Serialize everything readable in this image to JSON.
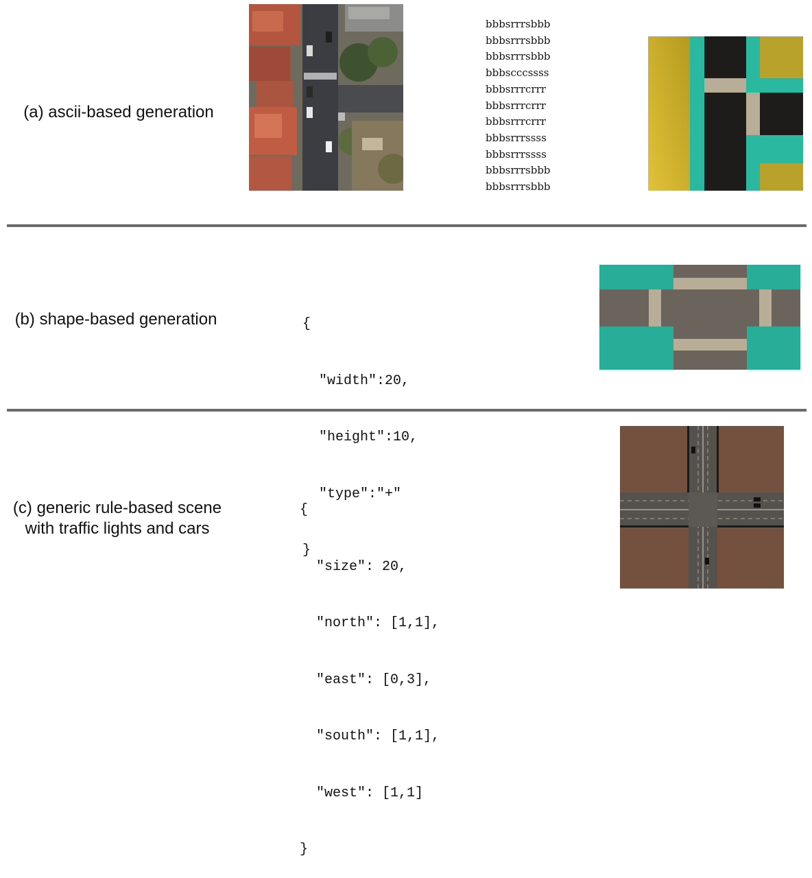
{
  "rows": [
    {
      "label_lines": [
        "(a) ascii-based generation"
      ],
      "ascii_grid": [
        "bbbsrrrsbbb",
        "bbbsrrrsbbb",
        "bbbsrrrsbbb",
        "bbbscccssss",
        "bbbsrrrcrrr",
        "bbbsrrrcrrr",
        "bbbsrrrcrrr",
        "bbbsrrrssss",
        "bbbsrrrssss",
        "bbbsrrrsbbb",
        "bbbsrrrsbbb"
      ],
      "images": [
        "aerial-photo",
        "rendered-top-down-map"
      ]
    },
    {
      "label_lines": [
        "(b) shape-based generation"
      ],
      "code_lines": [
        "{",
        "  \"width\":20,",
        "  \"height\":10,",
        "  \"type\":\"+\"",
        "}"
      ],
      "images": [
        "rendered-intersection"
      ]
    },
    {
      "label_lines": [
        "(c) generic rule-based scene",
        "with traffic lights and cars"
      ],
      "code_lines": [
        "{",
        "  \"size\": 20,",
        "  \"north\": [1,1],",
        "  \"east\": [0,3],",
        "  \"south\": [1,1],",
        "  \"west\": [1,1]",
        "}"
      ],
      "images": [
        "simulated-intersection-scene"
      ]
    }
  ],
  "colors": {
    "divider": "#6b6b6b",
    "building_yellow": "#c8a820",
    "sidewalk_teal": "#2ab8a0",
    "road_dark": "#1e1c1a",
    "crosswalk": "#b8ae98",
    "road_gray": "#6a645c",
    "ground_brown": "#74513f"
  }
}
